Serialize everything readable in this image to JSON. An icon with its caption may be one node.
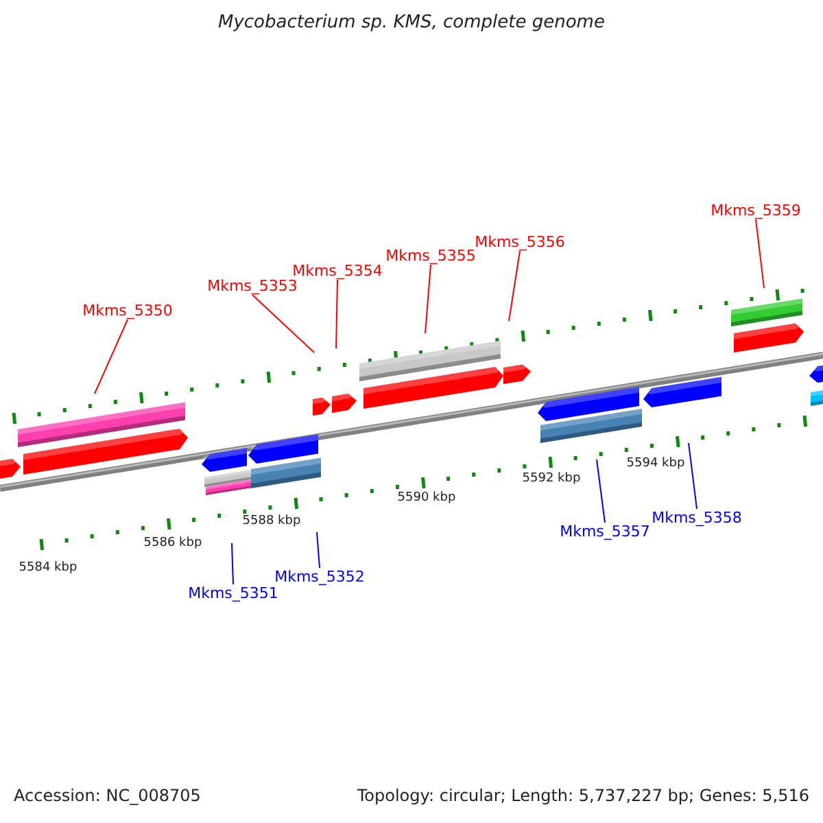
{
  "diagram": {
    "title": "Mycobacterium sp. KMS, complete genome",
    "nodes": [
      {
        "text": [
          "Mkms_5359"
        ]
      },
      {
        "text": [
          "Mkms_5356"
        ]
      },
      {
        "text": [
          "Mkms_5355"
        ]
      },
      {
        "text": [
          "Mkms_5354"
        ]
      },
      {
        "text": [
          "Mkms_5353"
        ]
      },
      {
        "text": [
          "Mkms_5350"
        ]
      },
      {
        "text": [
          "Mkms_5358"
        ]
      },
      {
        "text": [
          "Mkms_5357"
        ]
      },
      {
        "text": [
          "Mkms_5352"
        ]
      },
      {
        "text": [
          "Mkms_5351"
        ]
      }
    ],
    "edges": [
      {
        "from": 0,
        "to": null,
        "arrow": "none"
      },
      {
        "from": 1,
        "to": null,
        "arrow": "none"
      },
      {
        "from": 2,
        "to": null,
        "arrow": "none"
      },
      {
        "from": 3,
        "to": null,
        "arrow": "none"
      },
      {
        "from": 4,
        "to": null,
        "arrow": "none"
      },
      {
        "from": 5,
        "to": null,
        "arrow": "none"
      },
      {
        "from": 6,
        "to": null,
        "arrow": "none",
        "color": "#0000ff"
      },
      {
        "from": 7,
        "to": null,
        "arrow": "none",
        "color": "#0000ff"
      },
      {
        "from": 8,
        "to": null,
        "arrow": "none",
        "color": "#0000ff"
      },
      {
        "from": 9,
        "to": null,
        "arrow": "none",
        "color": "#0000ff"
      }
    ],
    "labels": [
      "5594 kbp",
      "5592 kbp",
      "5590 kbp",
      "5588 kbp",
      "5586 kbp",
      "5584 kbp",
      "Accession: NC_008705",
      "Topology: circular; Length: 5,737,227 bp; Genes: 5,516"
    ]
  }
}
